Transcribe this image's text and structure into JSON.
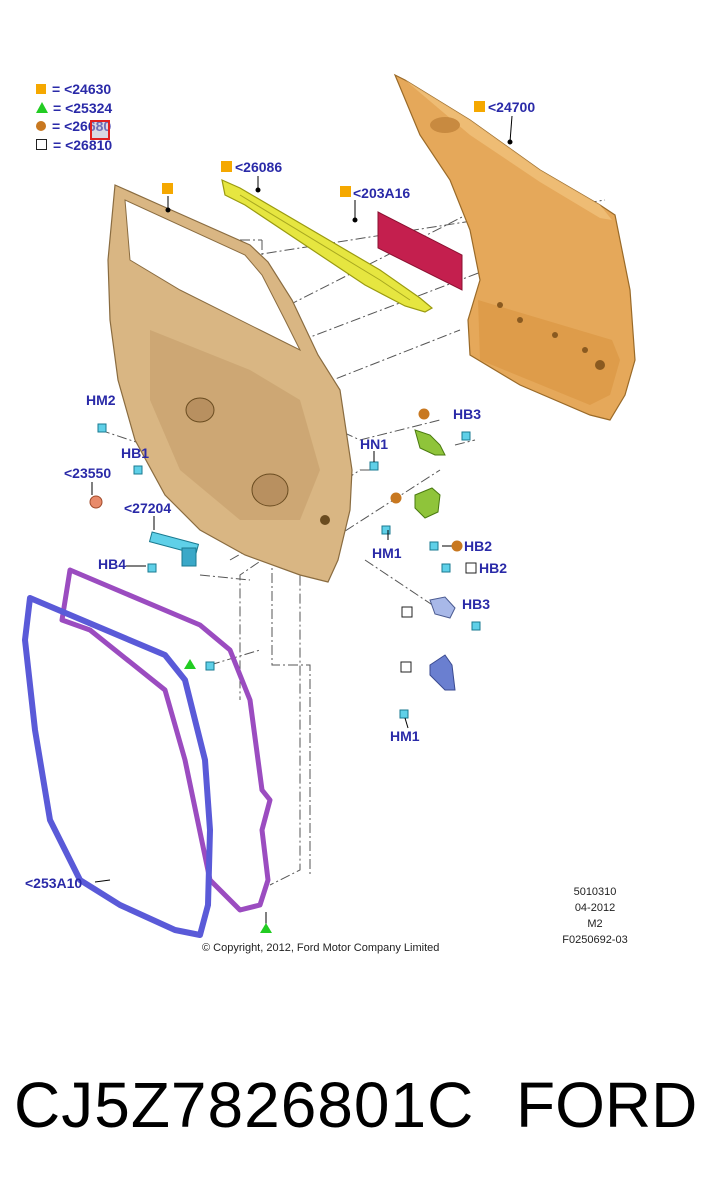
{
  "colors": {
    "label_blue": "#2a2aa8",
    "square_orange": "#f5a800",
    "triangle_green": "#22cc22",
    "circle_brown": "#c87820",
    "panel_tan": "#d9b683",
    "outer_panel": "#e5a85a",
    "reinforce_yellow": "#e6e640",
    "pad_crimson": "#c41f4e",
    "seal_purple": "#9b4cc0",
    "seal_blue": "#5a5ad8",
    "hinge_green": "#8fc43a",
    "hinge_blue": "#6a7fd0",
    "fastener_cyan": "#5fd0e8"
  },
  "legend": [
    {
      "symbol": "square",
      "color": "#f5a800",
      "text": "= <24630"
    },
    {
      "symbol": "triangle",
      "color": "#22cc22",
      "text": "= <25324"
    },
    {
      "symbol": "circle",
      "color": "#c87820",
      "text": "= <26680"
    },
    {
      "symbol": "box",
      "color": "#ffffff",
      "text": "= <26810"
    }
  ],
  "callouts": {
    "outer_panel": "<24700",
    "reinforcement": "<26086",
    "pad": "<203A16",
    "hb3_top": "HB3",
    "hm2": "HM2",
    "hb1": "HB1",
    "hn1": "HN1",
    "bumper": "<23550",
    "check_arm": "<27204",
    "hm1_mid": "HM1",
    "hb2_a": "HB2",
    "hb2_b": "HB2",
    "hb4": "HB4",
    "hb3_low": "HB3",
    "hm1_low": "HM1",
    "weatherstrip": "<253A10"
  },
  "copyright": "© Copyright, 2012, Ford Motor Company Limited",
  "reference": {
    "line1": "5010310",
    "line2": "04-2012",
    "line3": "M2",
    "line4": "F0250692-03"
  },
  "product": {
    "part_number": "CJ5Z7826801C",
    "brand": "FORD"
  }
}
